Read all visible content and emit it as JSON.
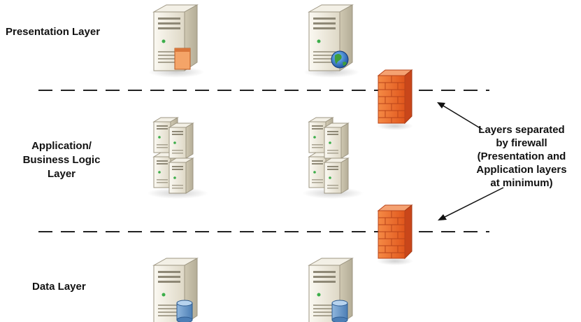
{
  "layers": {
    "presentation": "Presentation Layer",
    "application": [
      "Application/",
      "Business Logic",
      "Layer"
    ],
    "data": "Data Layer"
  },
  "annotation": {
    "lines": [
      "Layers separated",
      "by firewall",
      "(Presentation and",
      "Application layers",
      "at minimum)"
    ]
  },
  "icons": {
    "presentation_servers": [
      "server-with-web-page-icon",
      "server-with-globe-icon"
    ],
    "application_servers": [
      "server-cluster-icon",
      "server-cluster-icon"
    ],
    "data_servers": [
      "database-server-icon",
      "database-server-icon"
    ],
    "firewalls": [
      "firewall-icon",
      "firewall-icon"
    ]
  },
  "colors": {
    "firewall": "#e8692a",
    "server_body": "#e9e4d6",
    "divider": "#222222"
  }
}
